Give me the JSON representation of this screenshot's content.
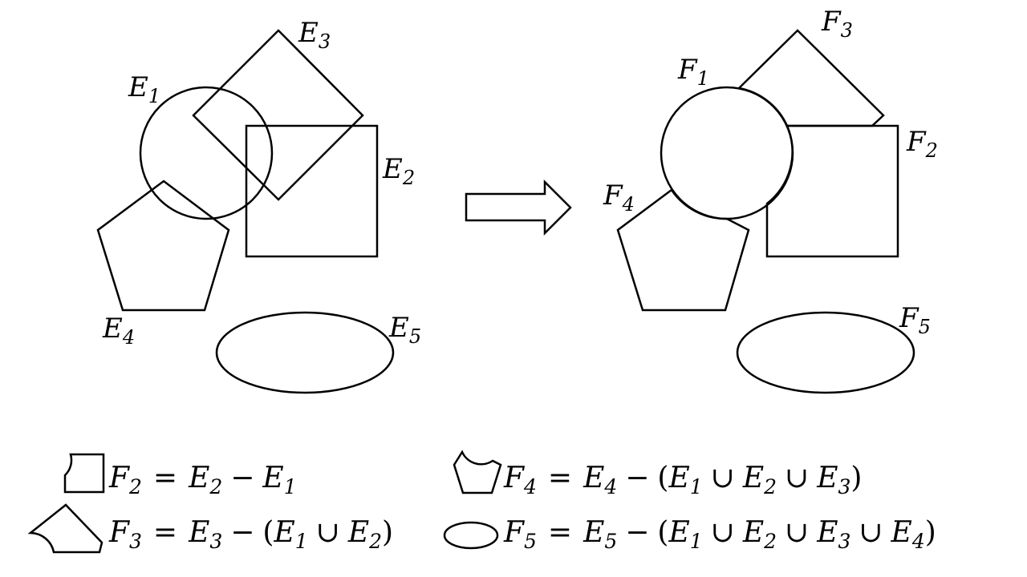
{
  "left_diagram": {
    "labels": [
      {
        "base": "E",
        "sub": "1"
      },
      {
        "base": "E",
        "sub": "2"
      },
      {
        "base": "E",
        "sub": "3"
      },
      {
        "base": "E",
        "sub": "4"
      },
      {
        "base": "E",
        "sub": "5"
      }
    ]
  },
  "right_diagram": {
    "labels": [
      {
        "base": "F",
        "sub": "1"
      },
      {
        "base": "F",
        "sub": "2"
      },
      {
        "base": "F",
        "sub": "3"
      },
      {
        "base": "F",
        "sub": "4"
      },
      {
        "base": "F",
        "sub": "5"
      }
    ]
  },
  "legend": {
    "f2": {
      "lhs": "F",
      "lhs_sub": "2",
      "eq": "=",
      "a": "E",
      "a_sub": "2",
      "minus": "−",
      "b": "E",
      "b_sub": "1"
    },
    "f3": {
      "lhs": "F",
      "lhs_sub": "3",
      "eq": "=",
      "a": "E",
      "a_sub": "3",
      "minus": "−",
      "open": "(",
      "t1": "E",
      "t1_sub": "1",
      "u1": "∪",
      "t2": "E",
      "t2_sub": "2",
      "close": ")"
    },
    "f4": {
      "lhs": "F",
      "lhs_sub": "4",
      "eq": "=",
      "a": "E",
      "a_sub": "4",
      "minus": "−",
      "open": "(",
      "t1": "E",
      "t1_sub": "1",
      "u1": "∪",
      "t2": "E",
      "t2_sub": "2",
      "u2": "∪",
      "t3": "E",
      "t3_sub": "3",
      "close": ")"
    },
    "f5": {
      "lhs": "F",
      "lhs_sub": "5",
      "eq": "=",
      "a": "E",
      "a_sub": "5",
      "minus": "−",
      "open": "(",
      "t1": "E",
      "t1_sub": "1",
      "u1": "∪",
      "t2": "E",
      "t2_sub": "2",
      "u2": "∪",
      "t3": "E",
      "t3_sub": "3",
      "u3": "∪",
      "t4": "E",
      "t4_sub": "4",
      "close": ")"
    }
  }
}
